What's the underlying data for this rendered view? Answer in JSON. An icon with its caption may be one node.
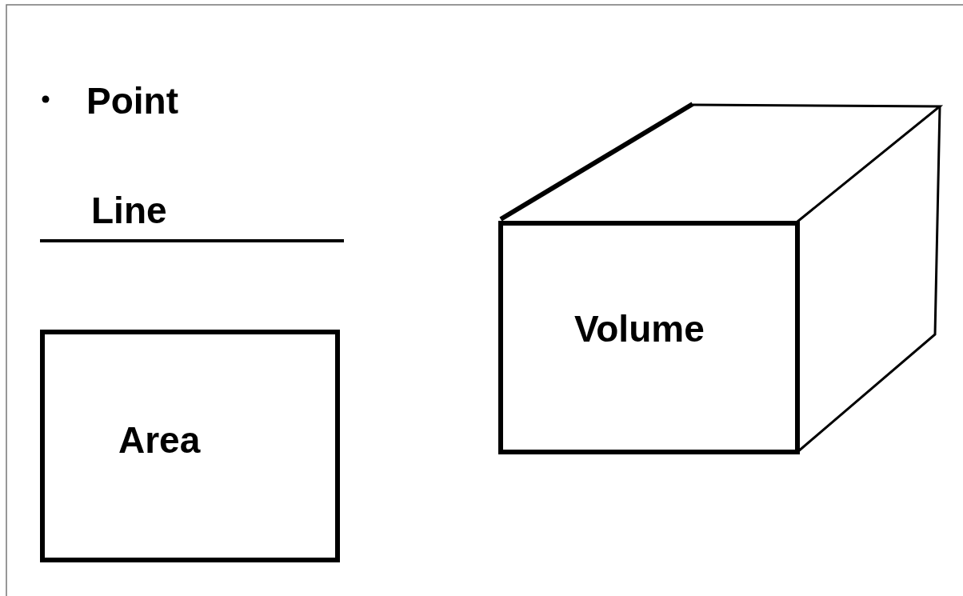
{
  "diagram": {
    "nodes": [
      {
        "text": [
          "Area"
        ]
      },
      {
        "text": [
          "Volume"
        ]
      }
    ],
    "labels": [
      "Point",
      "Line"
    ]
  }
}
